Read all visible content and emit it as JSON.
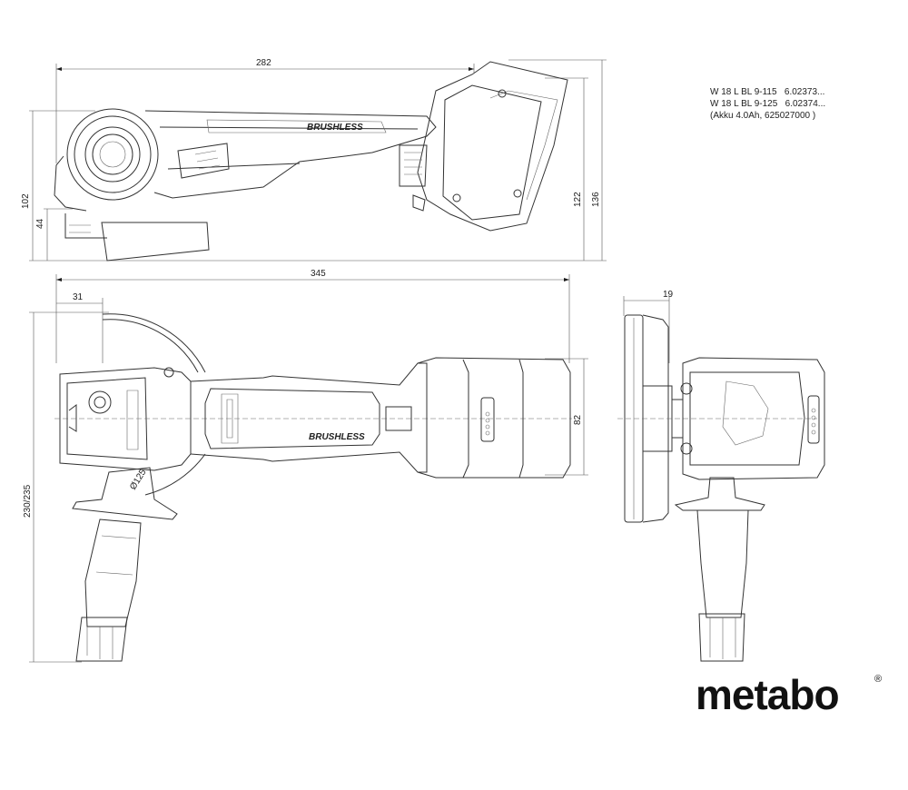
{
  "spec_lines": [
    "W 18 L BL 9-115   6.02373...",
    "W 18 L BL 9-125   6.02374...",
    "(Akku 4.0Ah, 625027000 )"
  ],
  "dimensions": {
    "side_length": "282",
    "height_102": "102",
    "height_44": "44",
    "height_122": "122",
    "height_136": "136",
    "top_length": "345",
    "top_31": "31",
    "top_width": "230/235",
    "top_82": "82",
    "front_19": "19"
  },
  "labels": {
    "brushless_side": "BRUSHLESS",
    "brushless_top": "BRUSHLESS",
    "disc_mark": "Ø125"
  },
  "brand": {
    "name": "metabo",
    "reg_mark": "®"
  }
}
